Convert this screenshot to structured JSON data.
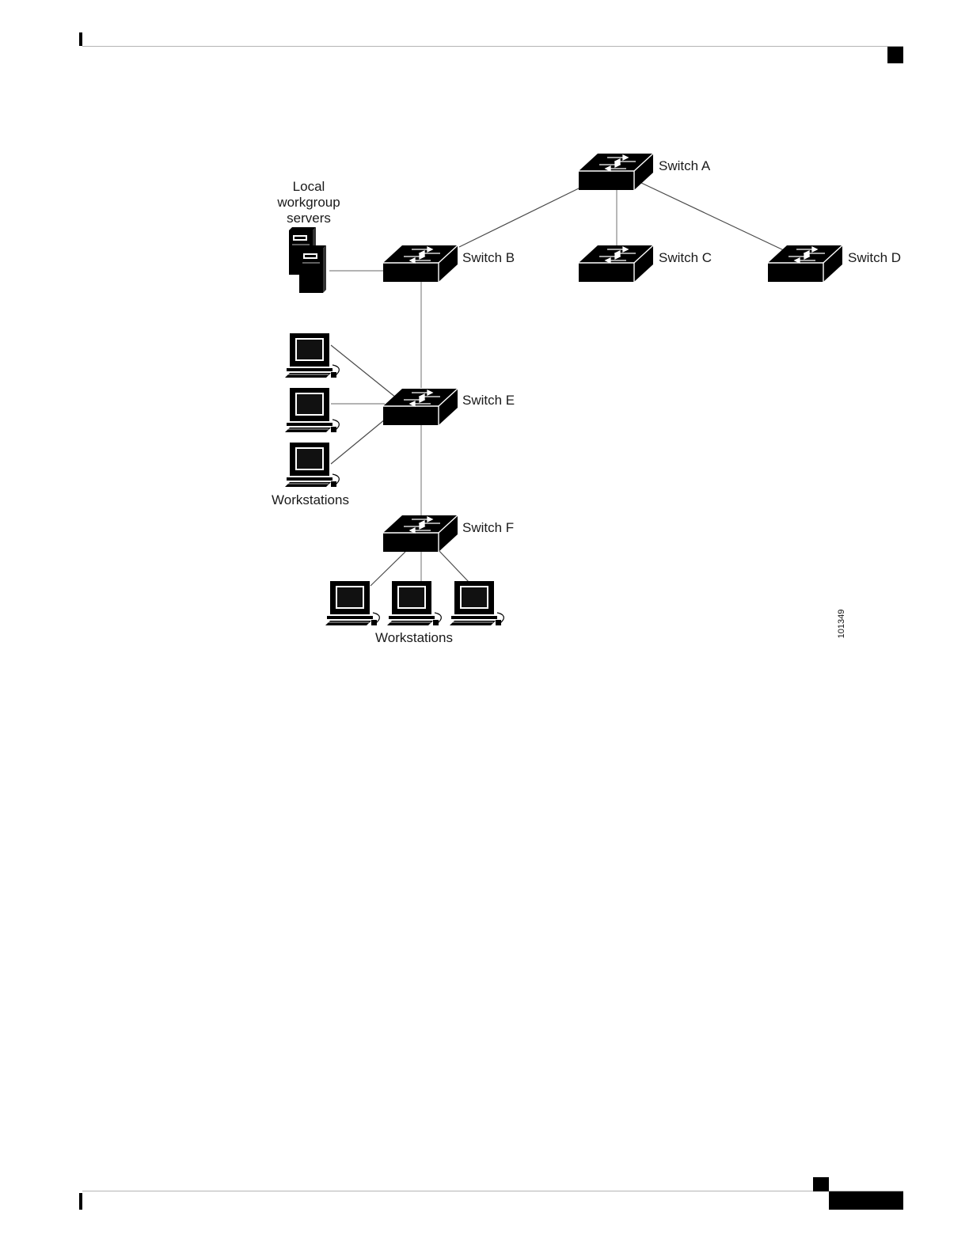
{
  "diagram": {
    "switches": {
      "a": "Switch A",
      "b": "Switch B",
      "c": "Switch C",
      "d": "Switch D",
      "e": "Switch E",
      "f": "Switch F"
    },
    "servers_label": [
      "Local",
      "workgroup",
      "servers"
    ],
    "workstations_label_left": "Workstations",
    "workstations_label_bottom": "Workstations",
    "figure_id": "101349"
  }
}
